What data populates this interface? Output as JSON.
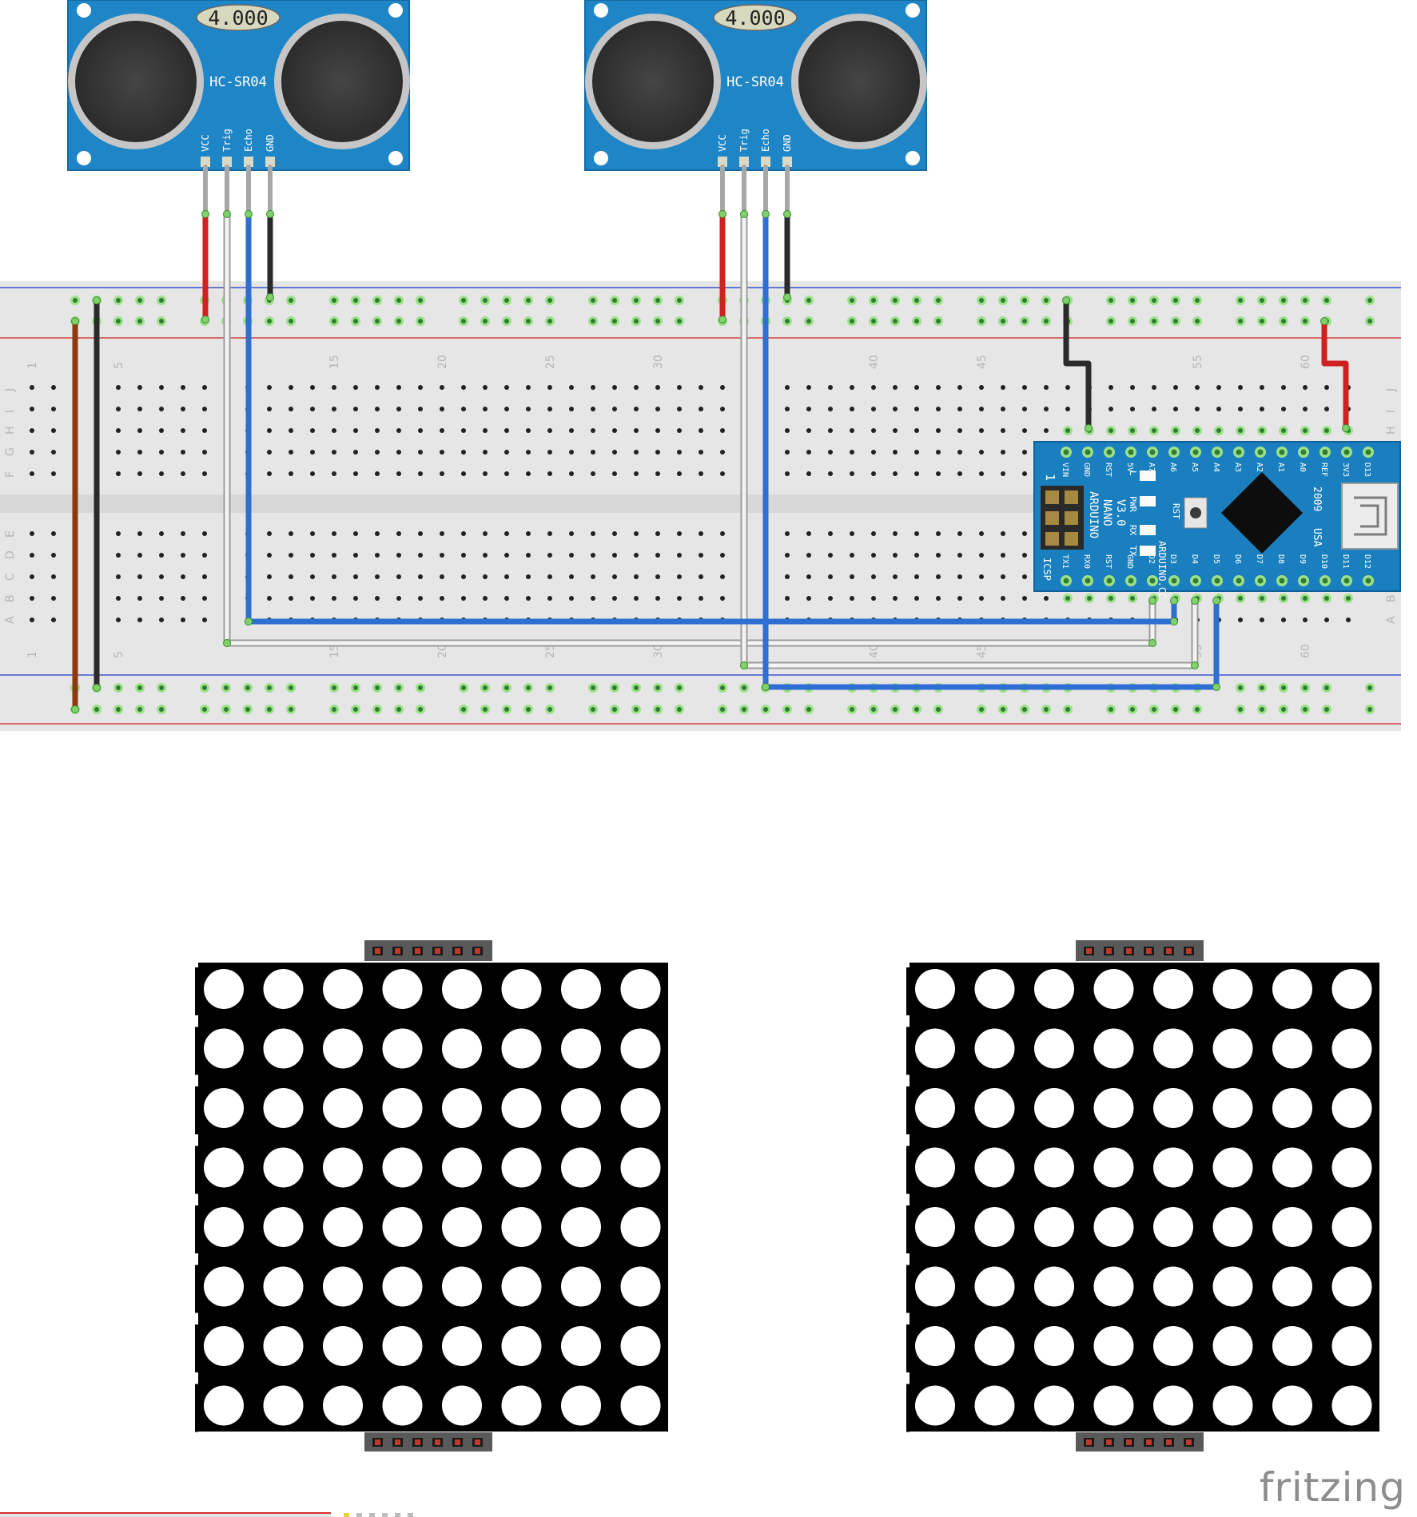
{
  "sensors": [
    {
      "crystal_label": "4.000",
      "model_label": "HC-SR04",
      "pins": [
        "VCC",
        "Trig",
        "Echo",
        "GND"
      ]
    },
    {
      "crystal_label": "4.000",
      "model_label": "HC-SR04",
      "pins": [
        "VCC",
        "Trig",
        "Echo",
        "GND"
      ]
    }
  ],
  "breadboard": {
    "column_numbers": [
      "1",
      "5",
      "15",
      "20",
      "25",
      "30",
      "40",
      "45",
      "55",
      "60"
    ],
    "row_letters_top": [
      "J",
      "I",
      "H",
      "G",
      "F"
    ],
    "row_letters_bottom": [
      "E",
      "D",
      "C",
      "B",
      "A"
    ]
  },
  "arduino": {
    "top_pins": [
      "VIN",
      "GND",
      "RST",
      "5V",
      "A7",
      "A6",
      "A5",
      "A4",
      "A3",
      "A2",
      "A1",
      "A0",
      "REF",
      "3V3",
      "D13"
    ],
    "bottom_pins": [
      "TX1",
      "RX0",
      "RST",
      "GND",
      "D2",
      "D3",
      "D4",
      "D5",
      "D6",
      "D7",
      "D8",
      "D9",
      "D10",
      "D11",
      "D12"
    ],
    "board_name": "ARDUINO",
    "board_model": "NANO",
    "board_version": "V3.0",
    "website": "ARDUINO.CC",
    "year": "2009",
    "country": "USA",
    "icsp_label": "ICSP",
    "icsp_pin_one": "1",
    "reset_label": "RST",
    "led_labels": [
      "L",
      "PWR",
      "RX",
      "TX"
    ]
  },
  "brand": "fritzing",
  "colors": {
    "sensor_pcb": "#1e86c6",
    "breadboard": "#e6e6e6",
    "arduino_pcb": "#1a7fbe",
    "wire_red": "#d0201f",
    "wire_black": "#2a2a2a",
    "wire_blue": "#2f6ed3",
    "wire_white": "#f4f4f4",
    "wire_brown": "#8a3a10",
    "matrix_body": "#000000",
    "rail_blue": "#3d57c8",
    "rail_red": "#d44040"
  }
}
